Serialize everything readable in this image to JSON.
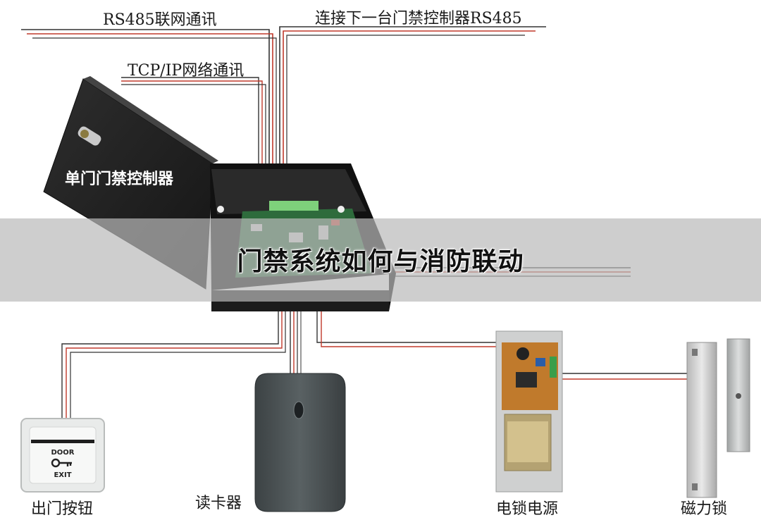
{
  "title": "门禁系统如何与消防联动",
  "labels": {
    "rs485_network": "RS485联网通讯",
    "next_controller": "连接下一台门禁控制器RS485",
    "tcpip": "TCP/IP网络通讯",
    "controller": "单门门禁控制器",
    "exit_button": "出门按钮",
    "card_reader": "读卡器",
    "lock_power": "电锁电源",
    "mag_lock": "磁力锁"
  },
  "exit_button_face": {
    "top": "DOOR",
    "bottom": "EXIT"
  },
  "colors": {
    "wire_red": "#c0392b",
    "wire_dark": "#333333",
    "banner": "#b9b9b9"
  }
}
